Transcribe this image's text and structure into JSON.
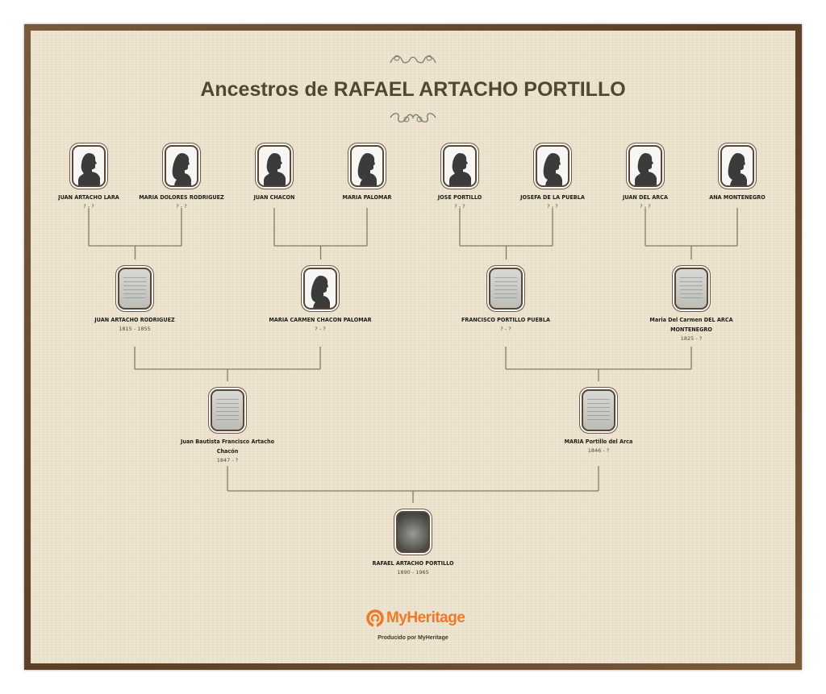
{
  "title": "Ancestros de RAFAEL ARTACHO PORTILLO",
  "line_color": "#8c7862",
  "generations": [
    [
      {
        "name": "JUAN ARTACHO LARA",
        "dates": "? - ?",
        "picture": "male-silhouette"
      },
      {
        "name": "MARIA DOLORES RODRIGUEZ",
        "dates": "? - ?",
        "picture": "female-silhouette"
      },
      {
        "name": "JUAN CHACON",
        "dates": "",
        "picture": "male-silhouette"
      },
      {
        "name": "MARIA PALOMAR",
        "dates": "",
        "picture": "female-silhouette"
      },
      {
        "name": "JOSE PORTILLO",
        "dates": "? - ?",
        "picture": "male-silhouette"
      },
      {
        "name": "JOSEFA DE LA PUEBLA",
        "dates": "? - ?",
        "picture": "female-silhouette"
      },
      {
        "name": "JUAN DEL ARCA",
        "dates": "? - ?",
        "picture": "male-silhouette"
      },
      {
        "name": "ANA MONTENEGRO",
        "dates": "",
        "picture": "female-silhouette"
      }
    ],
    [
      {
        "name": "JUAN ARTACHO RODRIGUEZ",
        "dates": "1815 - 1855",
        "picture": "document"
      },
      {
        "name": "MARIA CARMEN CHACON PALOMAR",
        "dates": "? - ?",
        "picture": "female-silhouette"
      },
      {
        "name": "FRANCISCO PORTILLO PUEBLA",
        "dates": "? - ?",
        "picture": "document"
      },
      {
        "name": "Maria Del Carmen DEL ARCA MONTENEGRO",
        "dates": "1825 - ?",
        "picture": "document"
      }
    ],
    [
      {
        "name": "Juan Bautista Francisco Artacho Chacón",
        "dates": "1847 - ?",
        "picture": "document"
      },
      {
        "name": "MARIA Portillo del Arca",
        "dates": "1846 - ?",
        "picture": "document"
      }
    ],
    [
      {
        "name": "RAFAEL ARTACHO PORTILLO",
        "dates": "1890 - 1965",
        "picture": "photo"
      }
    ]
  ],
  "logo": {
    "text": "MyHeritage",
    "color": "#f07826"
  },
  "footer": "Producido por MyHeritage"
}
